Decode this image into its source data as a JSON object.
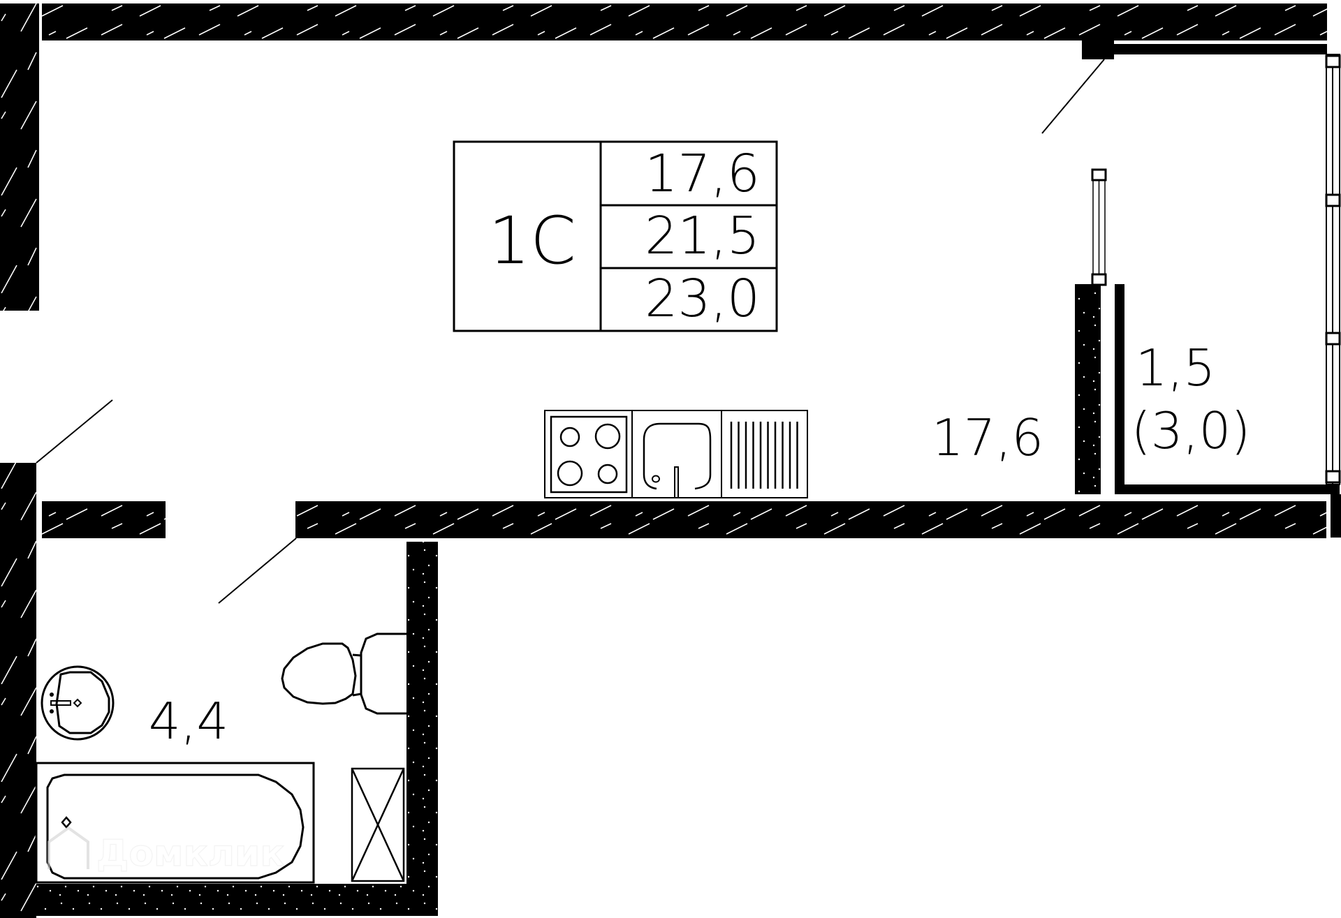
{
  "plan": {
    "apartment_type": "1С",
    "areas_table": {
      "living_area": "17,6",
      "area_without_balcony": "21,5",
      "total_area": "23,0"
    },
    "rooms": [
      {
        "name": "living-kitchen-room",
        "area": "17,6"
      },
      {
        "name": "balcony",
        "area": "1,5",
        "area_reduced": "(3,0)"
      },
      {
        "name": "bathroom",
        "area": "4,4"
      }
    ],
    "fixtures": [
      "stove",
      "kitchen-sink",
      "countertop",
      "toilet",
      "washbasin",
      "bathtub",
      "ventilation-shaft"
    ],
    "colors": {
      "wall": "#000000",
      "background": "#ffffff",
      "line": "#000000"
    }
  },
  "watermark": {
    "text": "Домклик"
  }
}
